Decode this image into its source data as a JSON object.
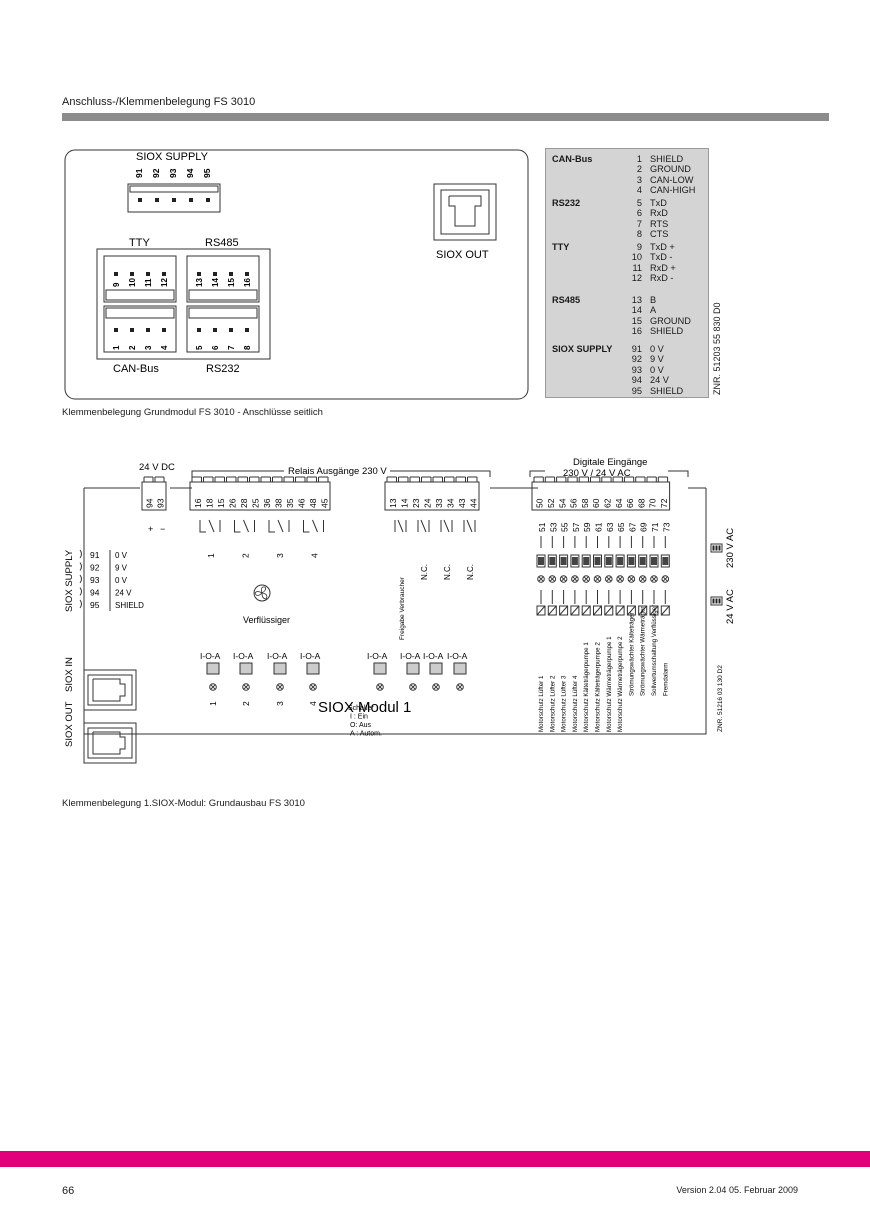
{
  "header": {
    "title": "Anschluss-/Klemmenbelegung FS 3010"
  },
  "fig1": {
    "siox_supply": "SIOX SUPPLY",
    "supply_pins": [
      "91",
      "92",
      "93",
      "94",
      "95"
    ],
    "tty": "TTY",
    "rs485": "RS485",
    "can_bus": "CAN-Bus",
    "rs232": "RS232",
    "siox_out": "SIOX OUT",
    "tty_pins": [
      "9",
      "10",
      "11",
      "12"
    ],
    "rs485_pins": [
      "13",
      "14",
      "15",
      "16"
    ],
    "can_pins": [
      "1",
      "2",
      "3",
      "4"
    ],
    "rs232_pins": [
      "5",
      "6",
      "7",
      "8"
    ],
    "caption": "Klemmenbelegung Grundmodul FS 3010 - Anschlüsse seitlich"
  },
  "pin_table": {
    "groups": [
      {
        "name": "CAN-Bus",
        "pins": [
          [
            "1",
            "SHIELD"
          ],
          [
            "2",
            "GROUND"
          ],
          [
            "3",
            "CAN-LOW"
          ],
          [
            "4",
            "CAN-HIGH"
          ]
        ]
      },
      {
        "name": "RS232",
        "pins": [
          [
            "5",
            "TxD"
          ],
          [
            "6",
            "RxD"
          ],
          [
            "7",
            "RTS"
          ],
          [
            "8",
            "CTS"
          ]
        ]
      },
      {
        "name": "TTY",
        "pins": [
          [
            "9",
            "TxD +"
          ],
          [
            "10",
            "TxD -"
          ],
          [
            "11",
            "RxD +"
          ],
          [
            "12",
            "RxD -"
          ]
        ]
      },
      {
        "name": "RS485",
        "pins": [
          [
            "13",
            "B"
          ],
          [
            "14",
            "A"
          ],
          [
            "15",
            "GROUND"
          ],
          [
            "16",
            "SHIELD"
          ]
        ]
      },
      {
        "name": "SIOX SUPPLY",
        "pins": [
          [
            "91",
            "0 V"
          ],
          [
            "92",
            "9 V"
          ],
          [
            "93",
            "0 V"
          ],
          [
            "94",
            "24 V"
          ],
          [
            "95",
            "SHIELD"
          ]
        ]
      }
    ],
    "znr": "ZNR. 51203 55 830 D0"
  },
  "fig2": {
    "dc_label": "24 V DC",
    "dc_pins": [
      "94",
      "93"
    ],
    "plus": "+",
    "minus": "−",
    "relais_label": "Relais Ausgänge 230 V",
    "relais_pins": [
      "16",
      "18",
      "15",
      "26",
      "28",
      "25",
      "36",
      "38",
      "35",
      "46",
      "48",
      "45"
    ],
    "relay_numbers": [
      "1",
      "2",
      "3",
      "4"
    ],
    "extra_pins": [
      "13",
      "14",
      "23",
      "24",
      "33",
      "34",
      "43",
      "44"
    ],
    "extra_labels": [
      "Freigabe Verbraucher",
      "N.C.",
      "N.C.",
      "N.C."
    ],
    "digital_label1": "Digitale Eingänge",
    "digital_label2": "230 V / 24 V AC",
    "digital_top": [
      "50",
      "52",
      "54",
      "56",
      "58",
      "60",
      "62",
      "64",
      "66",
      "68",
      "70",
      "72"
    ],
    "digital_bottom": [
      "51",
      "53",
      "55",
      "57",
      "59",
      "61",
      "63",
      "65",
      "67",
      "69",
      "71",
      "73"
    ],
    "digital_labels": [
      "Motorschutz Lüfter 1",
      "Motorschutz Lüfter 2",
      "Motorschutz Lüfter 3",
      "Motorschutz Lüfter 4",
      "Motorschutz Kälteträgerpumpe 1",
      "Motorschutz Kälteträgerpumpe 2",
      "Motorschutz Wärmeträgerpumpe 1",
      "Motorschutz Wärmeträgerpumpe 2",
      "Strömungswächter Kälteträger",
      "Strömungswächter Wärmeträger",
      "Sollwertumschaltung Verflüssiger",
      "Fremdalarm"
    ],
    "ac230": "230 V AC",
    "ac24": "24 V AC",
    "siox_supply": "SIOX SUPPLY",
    "supply_rows": [
      [
        "91",
        "0 V"
      ],
      [
        "92",
        "9 V"
      ],
      [
        "93",
        "0 V"
      ],
      [
        "94",
        "24 V"
      ],
      [
        "95",
        "SHIELD"
      ]
    ],
    "fan_label": "Verflüssiger",
    "switch_label": "I-O-A",
    "switch_numbers": [
      "1",
      "2",
      "3",
      "4"
    ],
    "schalter": [
      "Schalter",
      "I : Ein",
      "O: Aus",
      "A : Autom."
    ],
    "siox_in": "SIOX IN",
    "siox_out": "SIOX OUT",
    "module_title": "SIOX Modul 1",
    "znr": "ZNR. 51216 03 130 D2",
    "caption": "Klemmenbelegung 1.SIOX-Modul: Grundausbau FS 3010"
  },
  "footer": {
    "page": "66",
    "version": "Version 2.04   05. Februar 2009"
  },
  "colors": {
    "accent": "#e2007a",
    "bar": "#8c8c8c",
    "table_bg": "#d4d4d4"
  }
}
